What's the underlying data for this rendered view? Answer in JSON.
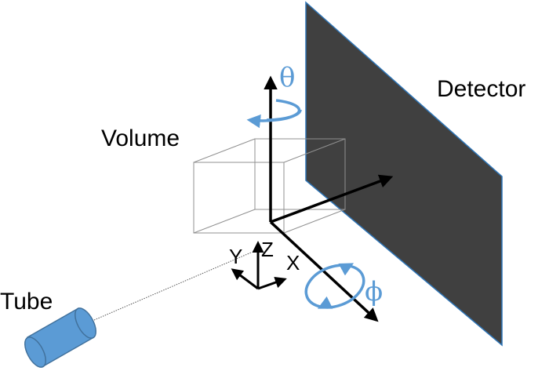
{
  "labels": {
    "detector": "Detector",
    "volume": "Volume",
    "tube": "Tube",
    "x_axis": "X",
    "y_axis": "Y",
    "z_axis": "Z",
    "theta": "θ",
    "phi": "ϕ"
  },
  "colors": {
    "detector_fill": "#404040",
    "detector_edge": "#2e74b5",
    "rotation": "#5b9bd5",
    "tube_fill": "#5b9bd5",
    "tube_edge": "#41719c",
    "axis": "#000000",
    "volume_edge": "#909090"
  }
}
